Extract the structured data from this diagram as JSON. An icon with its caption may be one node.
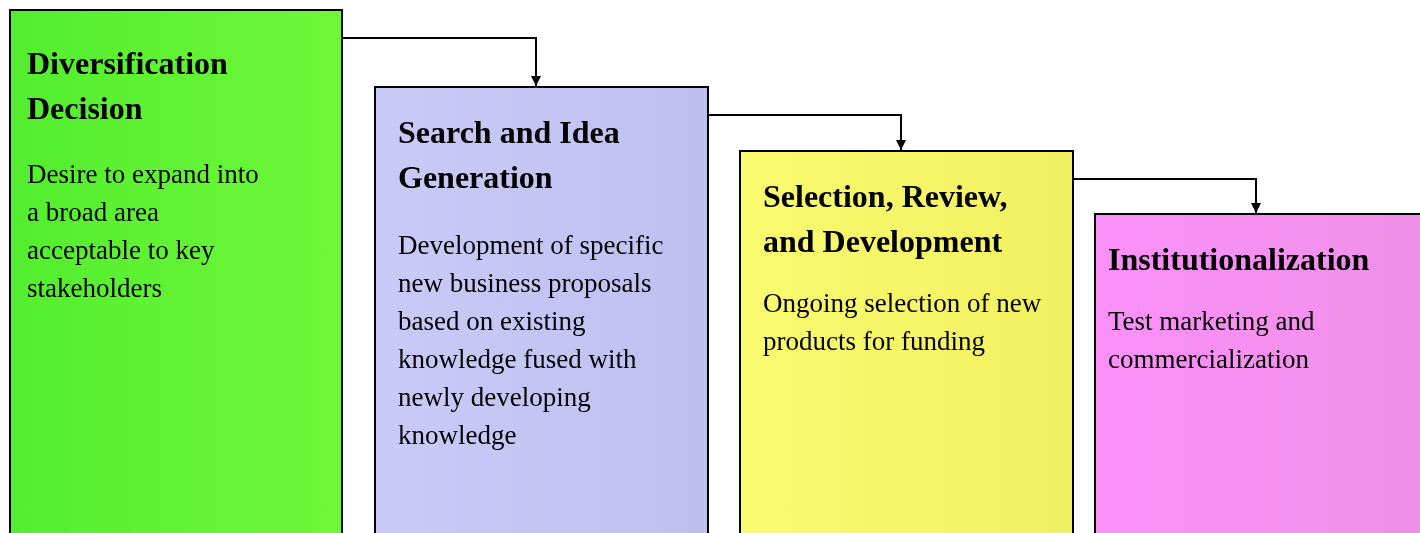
{
  "diagram": {
    "nodes": [
      {
        "text": [
          "Diversification Decision",
          "Desire to expand into a broad area acceptable to key stakeholders"
        ]
      },
      {
        "text": [
          "Search and Idea Generation",
          "Development of specific new business proposals based on existing knowledge fused with newly developing knowledge"
        ]
      },
      {
        "text": [
          "Selection, Review, and Development",
          "Ongoing selection of new products for funding"
        ]
      },
      {
        "text": [
          "Institutionalization",
          "Test marketing and commercialization"
        ]
      }
    ],
    "edges": [
      {
        "from": 0,
        "to": 1,
        "arrow": "to"
      },
      {
        "from": 1,
        "to": 2,
        "arrow": "to"
      },
      {
        "from": 2,
        "to": 3,
        "arrow": "to"
      }
    ]
  }
}
